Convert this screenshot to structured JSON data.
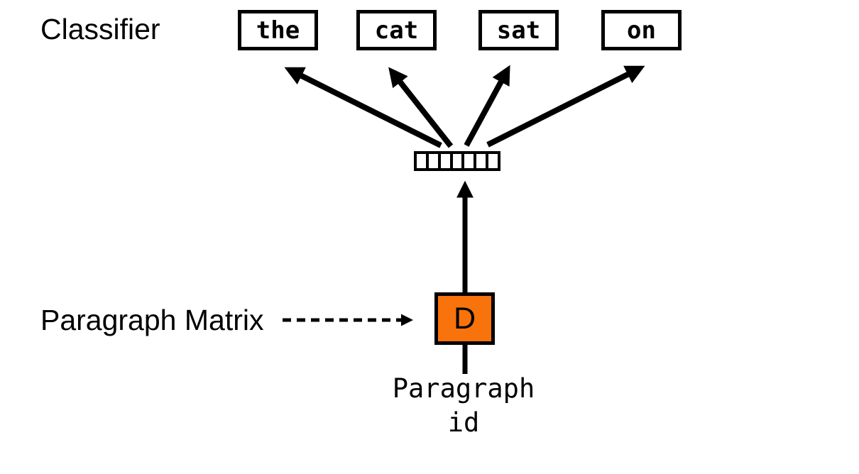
{
  "diagram": {
    "classifier_label": "Classifier",
    "words": [
      "the",
      "cat",
      "sat",
      "on"
    ],
    "paragraph_matrix_label": "Paragraph Matrix",
    "d_box_label": "D",
    "paragraph_id_label": {
      "line1": "Paragraph",
      "line2": "id"
    },
    "paragraph_vector": {
      "cell_count": 7
    },
    "colors": {
      "d_box_fill": "#F8730B",
      "line": "#000000",
      "background": "#FFFFFF"
    }
  }
}
